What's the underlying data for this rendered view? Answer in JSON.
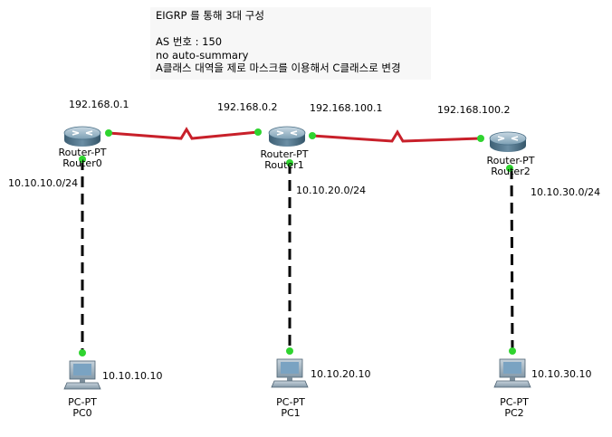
{
  "note": {
    "title": "EIGRP 를 통해 3대 구성",
    "as_number": "AS 번호 : 150",
    "command": "no auto-summary",
    "description": "A클래스 대역을 제로 마스크를 이용해서 C클래스로 변경"
  },
  "routers": [
    {
      "type": "Router-PT",
      "name": "Router0",
      "icon": "router-icon"
    },
    {
      "type": "Router-PT",
      "name": "Router1",
      "icon": "router-icon"
    },
    {
      "type": "Router-PT",
      "name": "Router2",
      "icon": "router-icon"
    }
  ],
  "pcs": [
    {
      "type": "PC-PT",
      "name": "PC0",
      "ip": "10.10.10.10",
      "icon": "pc-icon"
    },
    {
      "type": "PC-PT",
      "name": "PC1",
      "ip": "10.10.20.10",
      "icon": "pc-icon"
    },
    {
      "type": "PC-PT",
      "name": "PC2",
      "ip": "10.10.30.10",
      "icon": "pc-icon"
    }
  ],
  "serial_links": [
    {
      "from": "Router0",
      "to": "Router1",
      "from_ip": "192.168.0.1",
      "to_ip": "192.168.0.2"
    },
    {
      "from": "Router1",
      "to": "Router2",
      "from_ip": "192.168.100.1",
      "to_ip": "192.168.100.2"
    }
  ],
  "lan_links": [
    {
      "from": "Router0",
      "to": "PC0",
      "network": "10.10.10.0/24"
    },
    {
      "from": "Router1",
      "to": "PC1",
      "network": "10.10.20.0/24"
    },
    {
      "from": "Router2",
      "to": "PC2",
      "network": "10.10.30.0/24"
    }
  ],
  "colors": {
    "serial_link": "#c8202a",
    "link_up": "#2fd42f",
    "router_body": "#4a6f86",
    "pc_screen": "#7aa3c2"
  }
}
